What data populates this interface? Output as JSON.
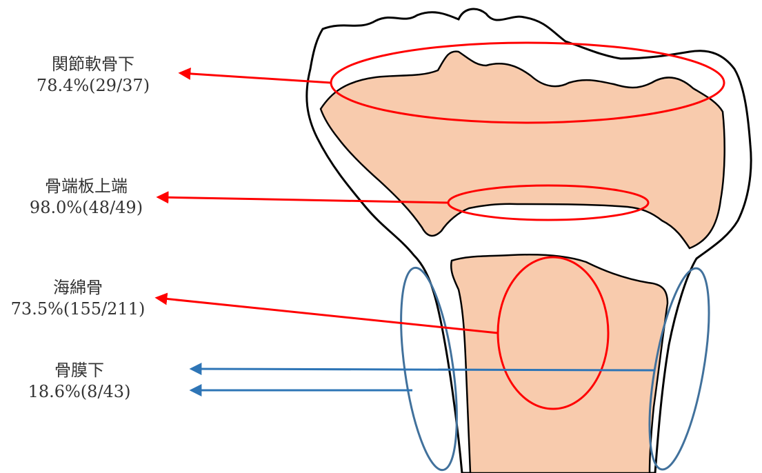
{
  "regions": [
    {
      "title": "関節軟骨下",
      "stat": "78.4%(29/37)",
      "marker": "red"
    },
    {
      "title": "骨端板上端",
      "stat": "98.0%(48/49)",
      "marker": "red"
    },
    {
      "title": "海綿骨",
      "stat": "73.5%(155/211)",
      "marker": "red"
    },
    {
      "title": "骨膜下",
      "stat": "18.6%(8/43)",
      "marker": "blue"
    }
  ],
  "colors": {
    "bone_fill": "#f8cbad",
    "outline": "#000000",
    "red_marker": "#ff0000",
    "blue_marker": "#2e75b6",
    "blue_ellipse": "#41719c",
    "text": "#333333"
  }
}
